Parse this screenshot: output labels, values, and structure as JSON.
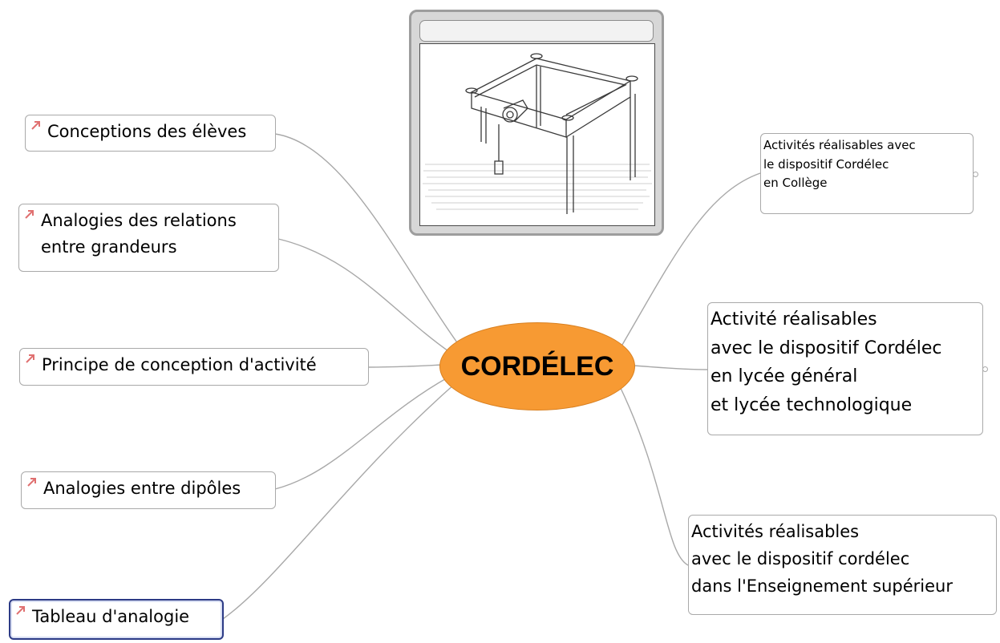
{
  "central_topic": {
    "label": "CORDÉLEC"
  },
  "left_topics": [
    {
      "label": "Conceptions des élèves"
    },
    {
      "label": "Analogies des relations\nentre grandeurs"
    },
    {
      "label": "Principe de conception d'activité"
    },
    {
      "label": "Analogies entre dipôles"
    },
    {
      "label": "Tableau d'analogie"
    }
  ],
  "right_topics": [
    {
      "label": "Activités réalisables avec\nle dispositif Cordélec\nen Collège"
    },
    {
      "label": "Activité réalisables\navec le dispositif Cordélec\nen lycée général\net lycée technologique"
    },
    {
      "label": "Activités  réalisables\navec le dispositif cordélec\ndans l'Enseignement supérieur"
    }
  ],
  "colors": {
    "central_fill": "#f79a33",
    "link_line": "#a8a8a8",
    "selected_border": "#2c3b86",
    "link_icon": "#e07070"
  },
  "icons": {
    "topic_link": "hyperlink-arrow-icon",
    "apparatus": "cordelec-apparatus-illustration"
  }
}
